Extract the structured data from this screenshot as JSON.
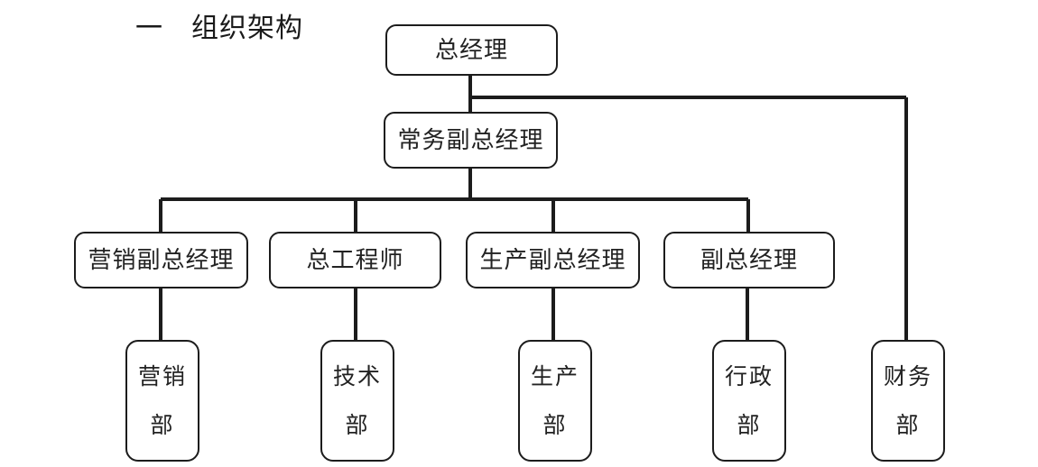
{
  "page": {
    "heading": "一　组织架构",
    "background_color": "#ffffff",
    "line_color": "#1c1c1c",
    "text_color": "#222222"
  },
  "chart_data": {
    "type": "diagram",
    "title": "一　组织架构",
    "nodes": [
      {
        "id": "gm",
        "label": "总经理",
        "level": 0
      },
      {
        "id": "evp",
        "label": "常务副总经理",
        "level": 1
      },
      {
        "id": "vp_sales",
        "label": "营销副总经理",
        "level": 2
      },
      {
        "id": "cto",
        "label": "总工程师",
        "level": 2
      },
      {
        "id": "vp_prod",
        "label": "生产副总经理",
        "level": 2
      },
      {
        "id": "vp_admin",
        "label": "副总经理",
        "level": 2
      },
      {
        "id": "dept_sales",
        "label": "营销\n部",
        "level": 3
      },
      {
        "id": "dept_tech",
        "label": "技术\n部",
        "level": 3
      },
      {
        "id": "dept_prod",
        "label": "生产\n部",
        "level": 3
      },
      {
        "id": "dept_admin",
        "label": "行政\n部",
        "level": 3
      },
      {
        "id": "dept_fin",
        "label": "财务\n部",
        "level": 3
      }
    ],
    "edges": [
      {
        "from": "gm",
        "to": "evp"
      },
      {
        "from": "gm",
        "to": "dept_fin"
      },
      {
        "from": "evp",
        "to": "vp_sales"
      },
      {
        "from": "evp",
        "to": "cto"
      },
      {
        "from": "evp",
        "to": "vp_prod"
      },
      {
        "from": "evp",
        "to": "vp_admin"
      },
      {
        "from": "vp_sales",
        "to": "dept_sales"
      },
      {
        "from": "cto",
        "to": "dept_tech"
      },
      {
        "from": "vp_prod",
        "to": "dept_prod"
      },
      {
        "from": "vp_admin",
        "to": "dept_admin"
      }
    ]
  },
  "boxes": {
    "gm": {
      "label": "总经理"
    },
    "evp": {
      "label": "常务副总经理"
    },
    "vp_sales": {
      "label": "营销副总经理"
    },
    "cto": {
      "label": "总工程师"
    },
    "vp_prod": {
      "label": "生产副总经理"
    },
    "vp_admin": {
      "label": "副总经理"
    },
    "dept_sales": {
      "label": "营销\n部"
    },
    "dept_tech": {
      "label": "技术\n部"
    },
    "dept_prod": {
      "label": "生产\n部"
    },
    "dept_admin": {
      "label": "行政\n部"
    },
    "dept_fin": {
      "label": "财务\n部"
    }
  }
}
